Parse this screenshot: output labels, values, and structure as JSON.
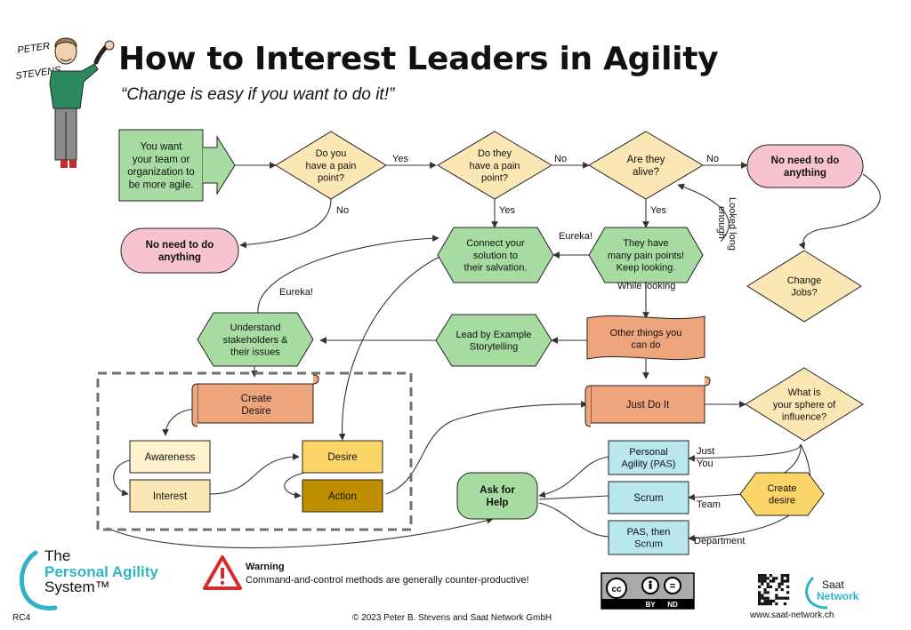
{
  "title": "How to Interest Leaders in Agility",
  "subtitle": "“Change is easy if you want to do it!”",
  "author_sign": [
    "PETER",
    "STEVENS"
  ],
  "nodes": {
    "start": [
      "You want",
      "your team or",
      "organization to",
      "be more agile."
    ],
    "q_pain": [
      "Do you",
      "have a pain",
      "point?"
    ],
    "q_they_pain": [
      "Do they",
      "have a pain",
      "point?"
    ],
    "q_alive": [
      "Are they",
      "alive?"
    ],
    "no_need_right": [
      "No need to do",
      "anything"
    ],
    "no_need_left": [
      "No need to do",
      "anything"
    ],
    "connect": [
      "Connect your",
      "solution to",
      "their salvation."
    ],
    "many_pain": [
      "They have",
      "many pain points!",
      "Keep looking."
    ],
    "change_jobs": [
      "Change",
      "Jobs?"
    ],
    "understand": [
      "Understand",
      "stakeholders &",
      "their issues"
    ],
    "lead_example": [
      "Lead by Example",
      "Storytelling"
    ],
    "other_things": [
      "Other things you",
      "can do"
    ],
    "create_desire_scroll": [
      "Create",
      "Desire"
    ],
    "just_do_it": [
      "Just Do It"
    ],
    "sphere": [
      "What is",
      "your sphere of",
      "influence?"
    ],
    "awareness": [
      "Awareness"
    ],
    "interest": [
      "Interest"
    ],
    "desire": [
      "Desire"
    ],
    "action": [
      "Action"
    ],
    "ask_help": [
      "Ask for",
      "Help"
    ],
    "pas": [
      "Personal",
      "Agility (PAS)"
    ],
    "scrum": [
      "Scrum"
    ],
    "pas_scrum": [
      "PAS, then",
      "Scrum"
    ],
    "create_desire_hex": [
      "Create",
      "desire"
    ]
  },
  "edge_labels": {
    "yes1": "Yes",
    "no1": "No",
    "no2": "No",
    "no3": "No",
    "yes2": "Yes",
    "yes3": "Yes",
    "eureka1": "Eureka!",
    "eureka2": "Eureka!",
    "looked": [
      "Looked long",
      "enough"
    ],
    "while_looking": "While looking",
    "just_you": [
      "Just",
      "You"
    ],
    "team": "Team",
    "department": "Department"
  },
  "logo": {
    "line1": "The",
    "line2": "Personal Agility",
    "line3": "System™"
  },
  "warning": {
    "label": "Warning",
    "text": "Command-and-control methods are generally counter-productive!"
  },
  "license": {
    "badges": [
      "cc",
      "by",
      "="
    ],
    "captions": [
      "BY",
      "ND"
    ]
  },
  "saat": {
    "line1": "Saat",
    "line2": "Network",
    "url": "www.saat-network.ch"
  },
  "footer": {
    "code": "RC4",
    "copyright": "© 2023 Peter B. Stevens and Saat Network GmbH"
  },
  "colors": {
    "green": "#a6dca2",
    "yellow": "#fbe7b3",
    "pink": "#f7c3cf",
    "orange": "#efa57c",
    "light_yellow": "#fff2cc",
    "gold": "#fbd568",
    "brown": "#c08f00",
    "cyan": "#b8e7ee",
    "teal": "#2fb4c6",
    "warning_red": "#d62c2c",
    "dash": "#707070"
  }
}
